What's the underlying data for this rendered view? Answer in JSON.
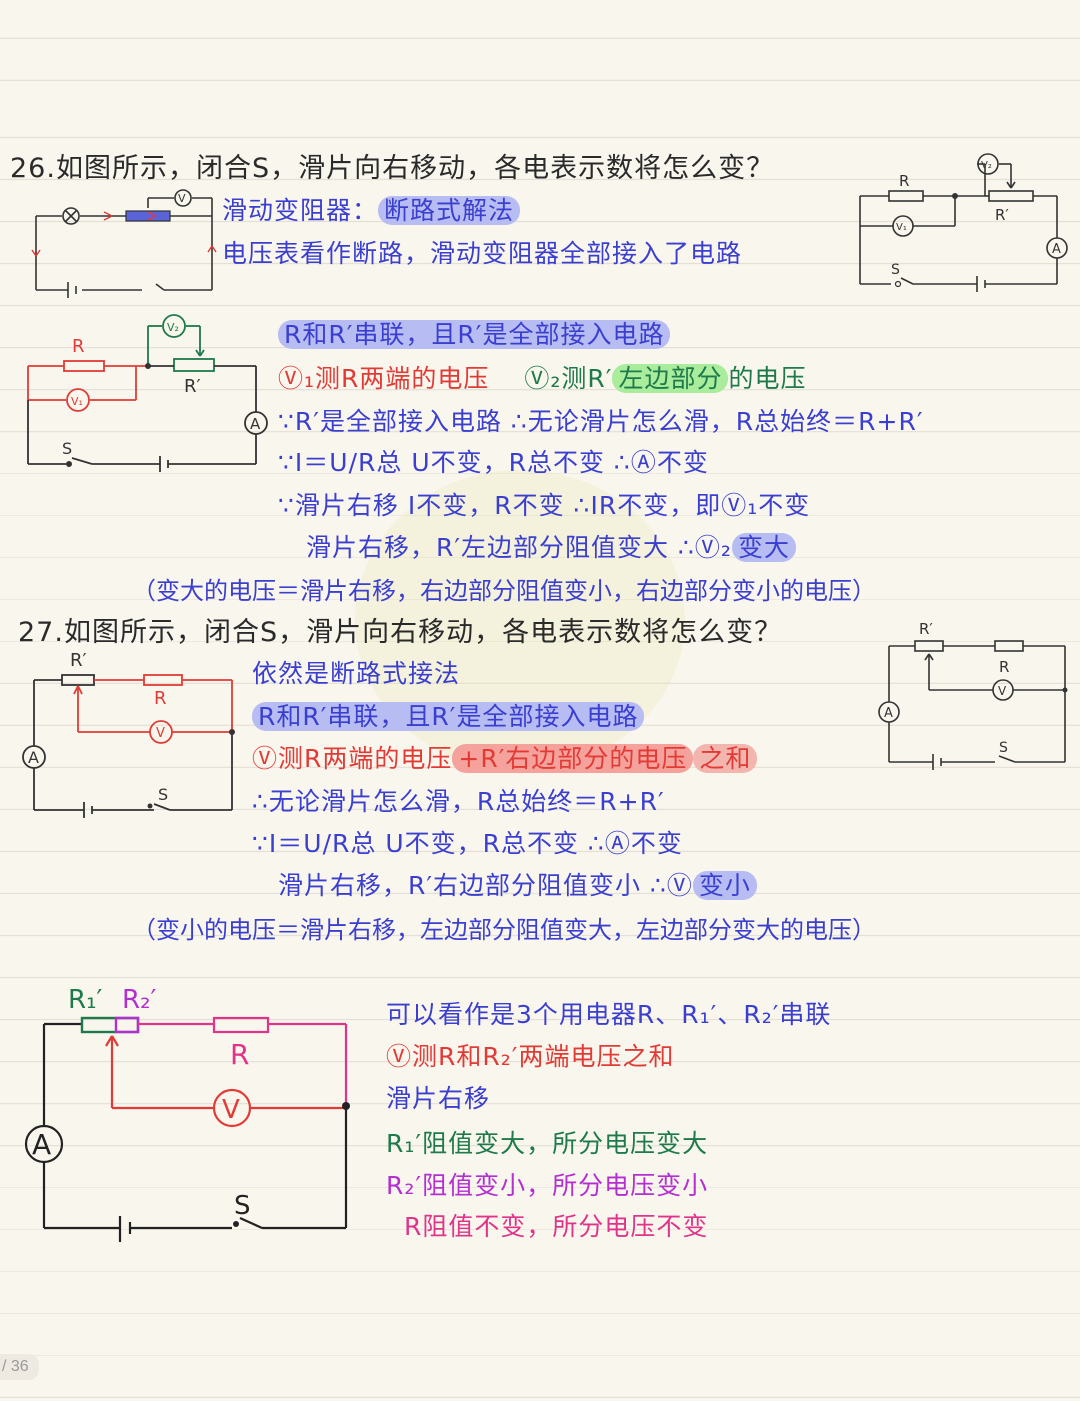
{
  "q26": {
    "title": "26.如图所示，闭合S，滑片向右移动，各电表示数将怎么变？",
    "lines": {
      "l1a": "滑动变阻器：",
      "l1b": "断路式解法",
      "l2": "电压表看作断路，滑动变阻器全部接入了电路",
      "l3": "R和R′串联，且R′是全部接入电路",
      "l4a": "Ⓥ₁测R两端的电压",
      "l4b": "Ⓥ₂测R′",
      "l4c": "左边部分",
      "l4d": "的电压",
      "l5": "∵R′是全部接入电路 ∴无论滑片怎么滑，R总始终＝R+R′",
      "l6": "∵I＝U/R总  U不变，R总不变    ∴Ⓐ不变",
      "l7": "∵滑片右移 I不变，R不变  ∴IR不变，即Ⓥ₁不变",
      "l8a": "滑片右移，R′左边部分阻值变大  ∴Ⓥ₂",
      "l8b": "变大",
      "l9": "（变大的电压＝滑片右移，右边部分阻值变小，右边部分变小的电压）"
    },
    "fig_labels": {
      "R": "R",
      "Rp": "R′",
      "V1": "V₁",
      "V2": "V₂",
      "A": "A",
      "S": "S",
      "V": "V"
    }
  },
  "q27": {
    "title": "27.如图所示，闭合S，滑片向右移动，各电表示数将怎么变？",
    "lines": {
      "l1": "依然是断路式接法",
      "l2": "R和R′串联，且R′是全部接入电路",
      "l3a": "Ⓥ测R两端的电压",
      "l3b": "+R′右边部分的电压",
      "l3c": "之和",
      "l4": "∴无论滑片怎么滑，R总始终＝R+R′",
      "l5": "∵I＝U/R总  U不变，R总不变    ∴Ⓐ不变",
      "l6a": "滑片右移，R′右边部分阻值变小  ∴Ⓥ",
      "l6b": "变小",
      "l7": "（变小的电压＝滑片右移，左边部分阻值变大，左边部分变大的电压）"
    },
    "fig_labels": {
      "R": "R",
      "Rp": "R′",
      "V": "V",
      "A": "A",
      "S": "S"
    }
  },
  "extra": {
    "fig_labels": {
      "R1": "R₁′",
      "R2": "R₂′",
      "R": "R",
      "V": "V",
      "A": "A",
      "S": "S"
    },
    "lines": {
      "l1": "可以看作是3个用电器R、R₁′、R₂′串联",
      "l2": "Ⓥ测R和R₂′两端电压之和",
      "l3": "滑片右移",
      "l4": "R₁′阻值变大，所分电压变大",
      "l5": "R₂′阻值变小，所分电压变小",
      "l6": "R阻值不变，所分电压不变"
    }
  },
  "page_indicator": "/ 36",
  "colors": {
    "blue": "#3b3fd0",
    "red": "#e23b36",
    "green": "#1e7a4a",
    "purple": "#b42fd1",
    "pink": "#e0348a"
  }
}
